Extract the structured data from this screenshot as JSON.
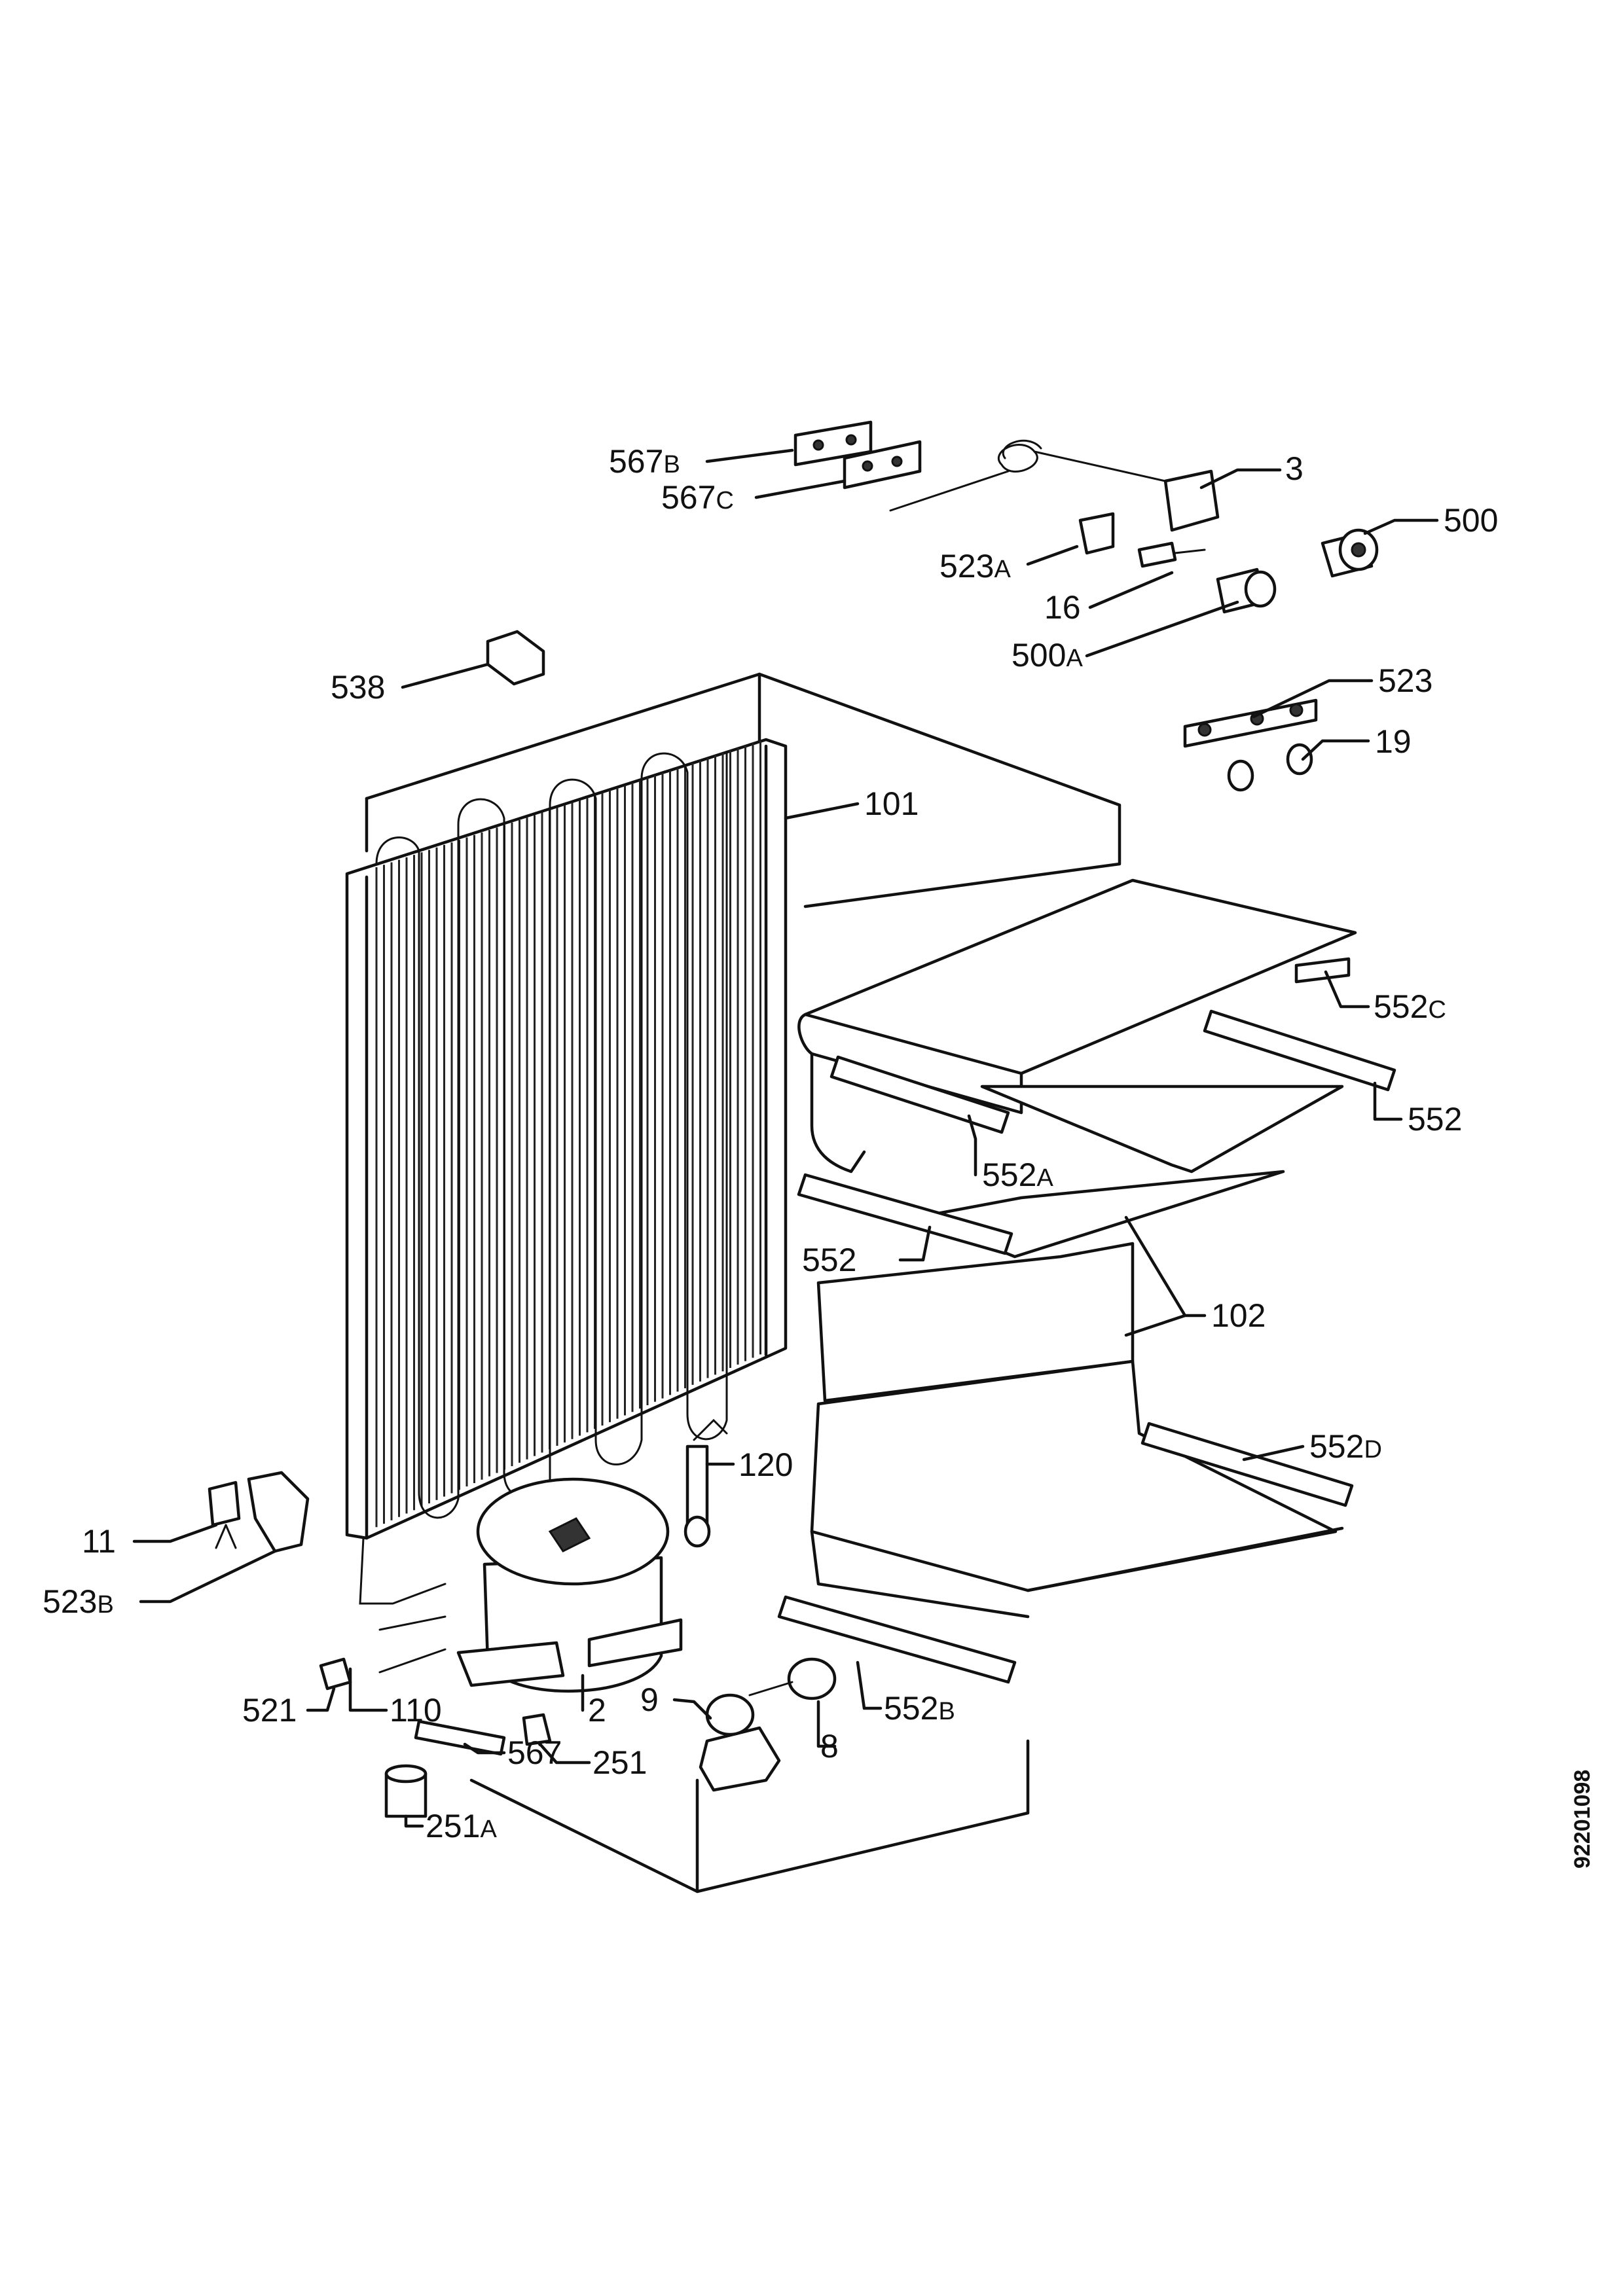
{
  "diagram": {
    "document_id": "92201098",
    "labels": [
      {
        "id": "567b",
        "num": "567",
        "suffix": "B"
      },
      {
        "id": "567c",
        "num": "567",
        "suffix": "C"
      },
      {
        "id": "3",
        "num": "3",
        "suffix": ""
      },
      {
        "id": "500",
        "num": "500",
        "suffix": ""
      },
      {
        "id": "523a",
        "num": "523",
        "suffix": "A"
      },
      {
        "id": "16",
        "num": "16",
        "suffix": ""
      },
      {
        "id": "500a",
        "num": "500",
        "suffix": "A"
      },
      {
        "id": "538",
        "num": "538",
        "suffix": ""
      },
      {
        "id": "523",
        "num": "523",
        "suffix": ""
      },
      {
        "id": "19",
        "num": "19",
        "suffix": ""
      },
      {
        "id": "101",
        "num": "101",
        "suffix": ""
      },
      {
        "id": "552c",
        "num": "552",
        "suffix": "C"
      },
      {
        "id": "552-right",
        "num": "552",
        "suffix": ""
      },
      {
        "id": "552a",
        "num": "552",
        "suffix": "A"
      },
      {
        "id": "552-left",
        "num": "552",
        "suffix": ""
      },
      {
        "id": "102",
        "num": "102",
        "suffix": ""
      },
      {
        "id": "552d",
        "num": "552",
        "suffix": "D"
      },
      {
        "id": "120",
        "num": "120",
        "suffix": ""
      },
      {
        "id": "11",
        "num": "11",
        "suffix": ""
      },
      {
        "id": "523b",
        "num": "523",
        "suffix": "B"
      },
      {
        "id": "9",
        "num": "9",
        "suffix": ""
      },
      {
        "id": "521",
        "num": "521",
        "suffix": ""
      },
      {
        "id": "110",
        "num": "110",
        "suffix": ""
      },
      {
        "id": "2",
        "num": "2",
        "suffix": ""
      },
      {
        "id": "552b",
        "num": "552",
        "suffix": "B"
      },
      {
        "id": "8",
        "num": "8",
        "suffix": ""
      },
      {
        "id": "567",
        "num": "567",
        "suffix": ""
      },
      {
        "id": "251",
        "num": "251",
        "suffix": ""
      },
      {
        "id": "251a",
        "num": "251",
        "suffix": "A"
      }
    ]
  }
}
